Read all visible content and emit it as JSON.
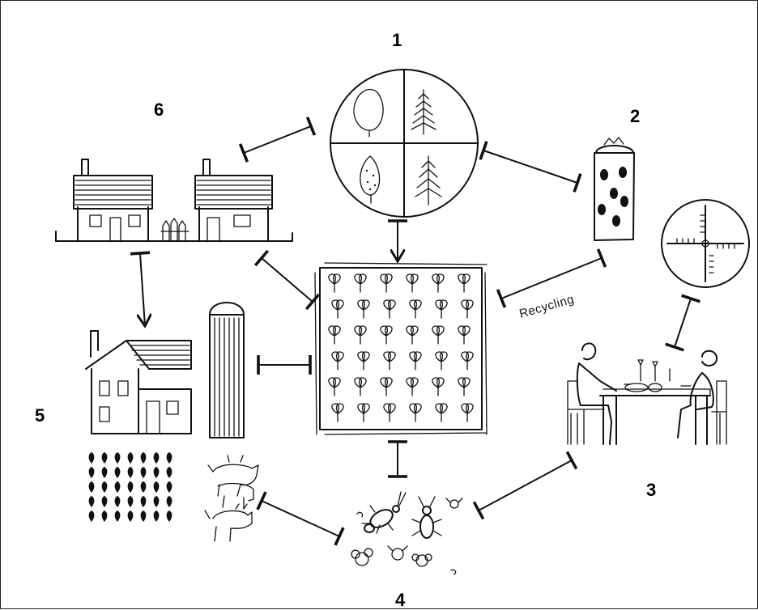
{
  "labels": {
    "n1": "1",
    "n2": "2",
    "n3": "3",
    "n4": "4",
    "n5": "5",
    "n6": "6",
    "recycling": "Recycling"
  }
}
